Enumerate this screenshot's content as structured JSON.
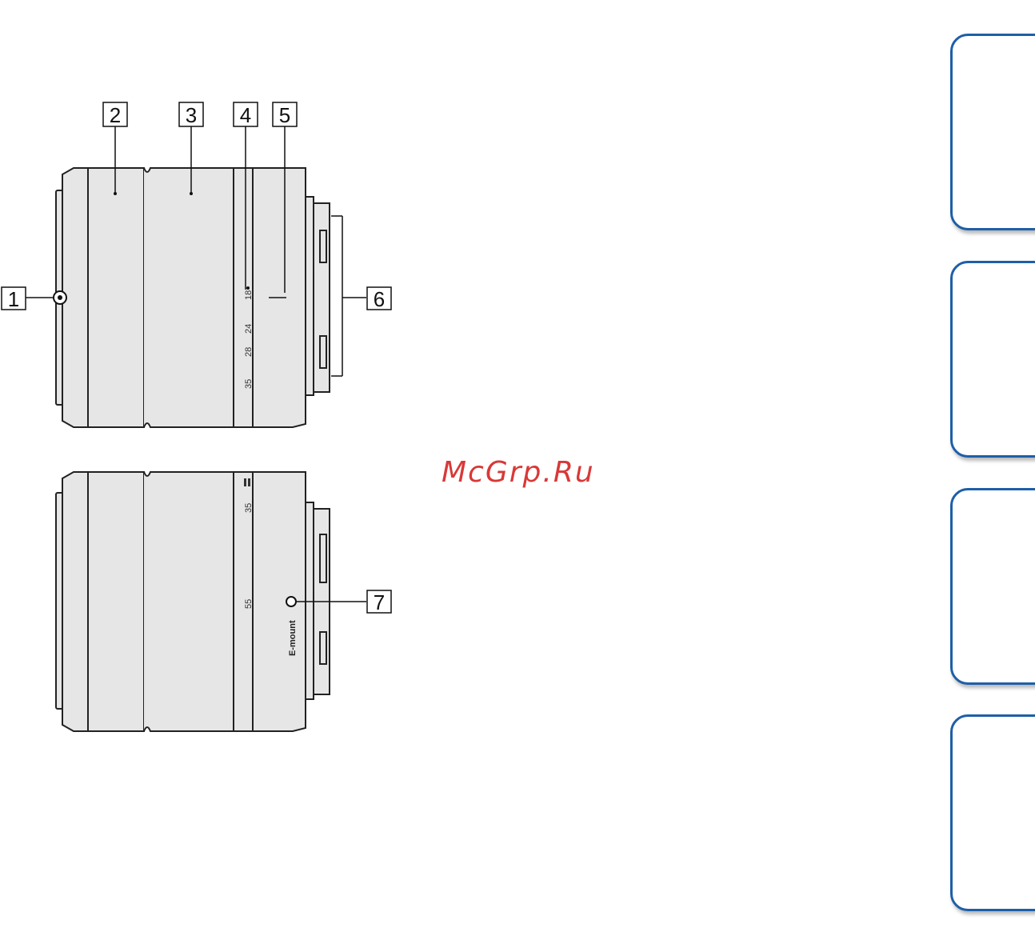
{
  "callouts": [
    "1",
    "2",
    "3",
    "4",
    "5",
    "6",
    "7"
  ],
  "upper_scale": [
    "18",
    "24",
    "28",
    "35"
  ],
  "lower_scale": [
    "35",
    "55"
  ],
  "mount_label": "E-mount",
  "watermark": "McGrp.Ru",
  "side_tabs": [
    "",
    "",
    "",
    ""
  ],
  "colors": {
    "tab_border": "#1e5fa8",
    "watermark": "#d93838"
  }
}
